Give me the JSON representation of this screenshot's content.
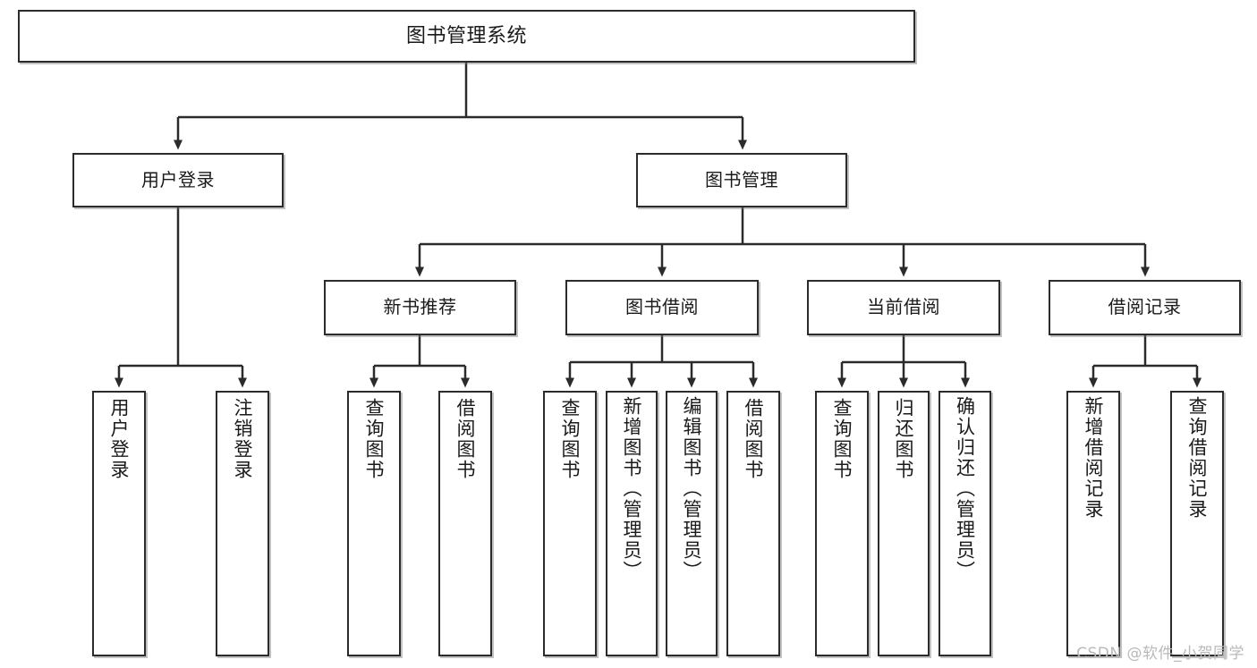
{
  "diagram": {
    "title": "图书管理系统",
    "watermark": "CSDN @软件_小贺同学",
    "line_color": "#2b2b2b",
    "box_fill": "#ffffff",
    "text_color": "#1a1a1a",
    "watermark_color": "#b9b9b9"
  },
  "nodes": {
    "root": {
      "label": "图书管理系统",
      "level": 1
    },
    "level2": [
      {
        "id": "user-login",
        "label": "用户登录"
      },
      {
        "id": "book-management",
        "label": "图书管理"
      }
    ],
    "level3": [
      {
        "id": "new-book-recommend",
        "label": "新书推荐",
        "parent": "book-management"
      },
      {
        "id": "book-borrow",
        "label": "图书借阅",
        "parent": "book-management"
      },
      {
        "id": "current-borrow",
        "label": "当前借阅",
        "parent": "book-management"
      },
      {
        "id": "borrow-record",
        "label": "借阅记录",
        "parent": "book-management"
      }
    ],
    "leaves": [
      {
        "id": "leaf-user-login",
        "label": "用户登录",
        "parent": "user-login"
      },
      {
        "id": "leaf-logout-login",
        "label": "注销登录",
        "parent": "user-login"
      },
      {
        "id": "leaf-query-book-1",
        "label": "查询图书",
        "parent": "new-book-recommend"
      },
      {
        "id": "leaf-borrow-book-1",
        "label": "借阅图书",
        "parent": "new-book-recommend"
      },
      {
        "id": "leaf-query-book-2",
        "label": "查询图书",
        "parent": "book-borrow"
      },
      {
        "id": "leaf-add-book",
        "label": "新增图书（管理员）",
        "parent": "book-borrow"
      },
      {
        "id": "leaf-edit-book",
        "label": "编辑图书（管理员）",
        "parent": "book-borrow"
      },
      {
        "id": "leaf-borrow-book-2",
        "label": "借阅图书",
        "parent": "book-borrow"
      },
      {
        "id": "leaf-query-book-3",
        "label": "查询图书",
        "parent": "current-borrow"
      },
      {
        "id": "leaf-return-book",
        "label": "归还图书",
        "parent": "current-borrow"
      },
      {
        "id": "leaf-confirm-return",
        "label": "确认归还（管理员）",
        "parent": "current-borrow"
      },
      {
        "id": "leaf-add-record",
        "label": "新增借阅记录",
        "parent": "borrow-record"
      },
      {
        "id": "leaf-query-record",
        "label": "查询借阅记录",
        "parent": "borrow-record"
      }
    ]
  }
}
